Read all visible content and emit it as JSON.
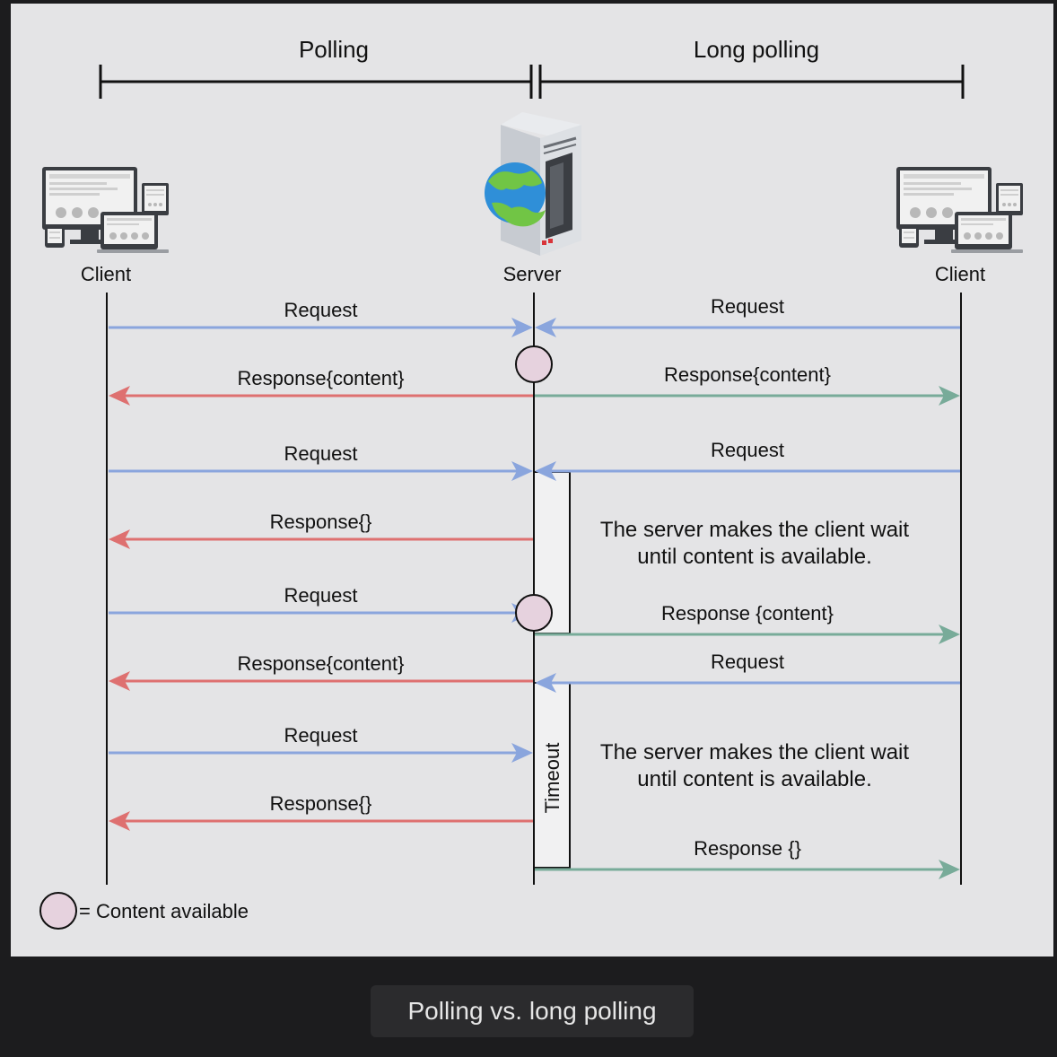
{
  "colors": {
    "request": "#8aa5dd",
    "response_poll": "#de7070",
    "response_long": "#78ab99",
    "content_circle": "#e6d2de",
    "panel": "#e4e4e6"
  },
  "headers": {
    "polling": "Polling",
    "long_polling": "Long polling"
  },
  "actors": {
    "client_left": "Client",
    "server": "Server",
    "client_right": "Client"
  },
  "polling_messages": [
    {
      "label": "Request",
      "direction": "to-server"
    },
    {
      "label": "Response{content}",
      "direction": "to-client"
    },
    {
      "label": "Request",
      "direction": "to-server"
    },
    {
      "label": "Response{}",
      "direction": "to-client"
    },
    {
      "label": "Request",
      "direction": "to-server"
    },
    {
      "label": "Response{content}",
      "direction": "to-client"
    },
    {
      "label": "Request",
      "direction": "to-server"
    },
    {
      "label": "Response{}",
      "direction": "to-client"
    }
  ],
  "long_polling_messages": [
    {
      "label": "Request",
      "direction": "to-server"
    },
    {
      "label": "Response{content}",
      "direction": "to-client"
    },
    {
      "label": "Request",
      "direction": "to-server"
    },
    {
      "label": "Response {content}",
      "direction": "to-client"
    },
    {
      "label": "Request",
      "direction": "to-server"
    },
    {
      "label": "Response {}",
      "direction": "to-client"
    }
  ],
  "wait_notes": [
    [
      "The server makes the client wait",
      "until content is available."
    ],
    [
      "The server makes the client wait",
      "until content is available."
    ]
  ],
  "timeout_label": "Timeout",
  "legend": {
    "text": "= Content available"
  },
  "caption": "Polling vs. long polling"
}
